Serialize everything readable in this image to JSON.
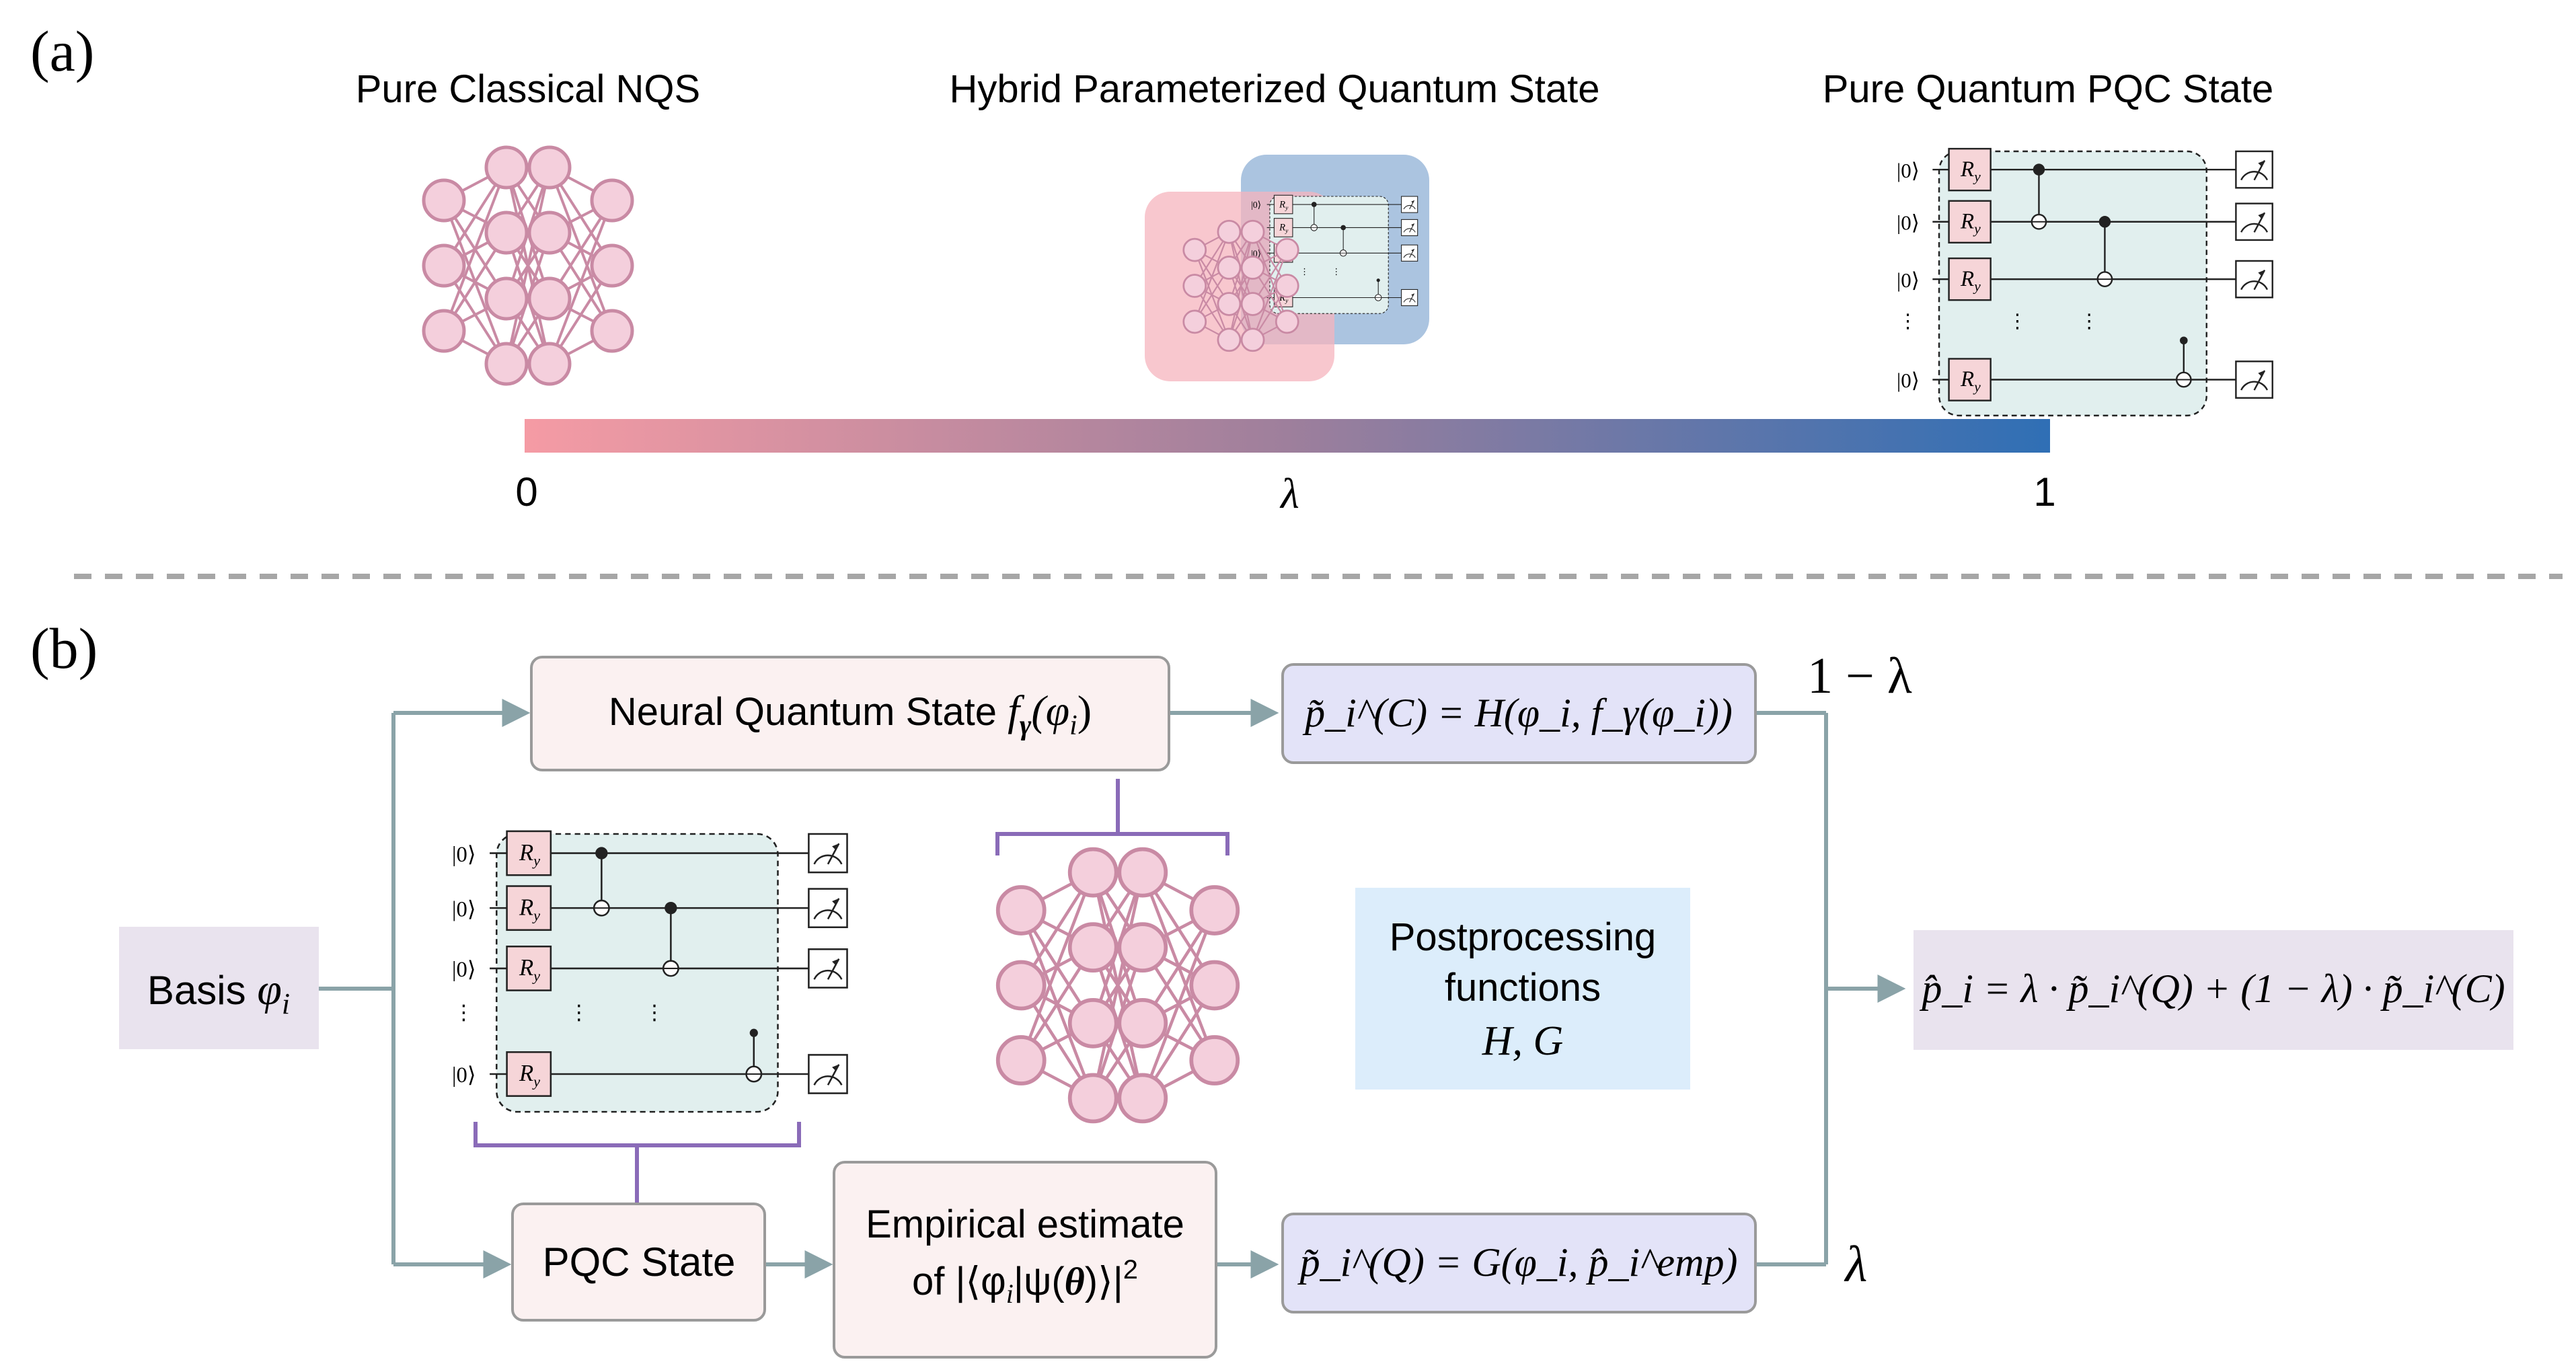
{
  "panel_a": {
    "label": "(a)",
    "titles": {
      "classical": "Pure Classical NQS",
      "hybrid": "Hybrid Parameterized Quantum State",
      "quantum": "Pure Quantum PQC State"
    },
    "scale": {
      "min_label": "0",
      "mid_label": "λ",
      "max_label": "1"
    }
  },
  "panel_b": {
    "label": "(b)",
    "basis": {
      "text": "Basis ",
      "sym": "φ",
      "sub": "i"
    },
    "nqs_box": {
      "text": "Neural Quantum State ",
      "f": "f",
      "gamma": "γ",
      "arg": "(φ",
      "sub": "i",
      "close": ")"
    },
    "pqc_box": {
      "text": "PQC State"
    },
    "empirical_box": {
      "line1": "Empirical estimate",
      "line2": "of |⟨φ",
      "sub": "i",
      "line2b": "|ψ(",
      "theta": "θ",
      "line2c": ")⟩|",
      "sup": "2"
    },
    "post_box": {
      "line1": "Postprocessing",
      "line2": "functions",
      "line3": "H, G"
    },
    "classical_eq": "p̃_i^(C) = H(φ_i, f_γ(φ_i))",
    "quantum_eq": "p̃_i^(Q) = G(φ_i, p̂_i^emp)",
    "result_eq": "p̂_i = λ · p̃_i^(Q) + (1 − λ) · p̃_i^(C)",
    "weight_classical": "1 − λ",
    "weight_quantum": "λ"
  },
  "circuit": {
    "ket": "|0⟩",
    "gate": "R",
    "gate_sub": "y",
    "vdots": "⋮"
  },
  "colors": {
    "pink": "#f29ea8",
    "blue": "#2f6fb5",
    "node_fill": "#f4cfdc",
    "node_stroke": "#c98aa4",
    "edge": "#c98aa4",
    "box_pink": "#fbf1f1",
    "box_lavender": "#e3e3f8",
    "box_gray_lavender": "#e9e3ee",
    "box_light_blue": "#dcedfb",
    "circuit_bg": "#e1efee",
    "arrow": "#8aa3a8",
    "bracket": "#8a6bb8"
  }
}
